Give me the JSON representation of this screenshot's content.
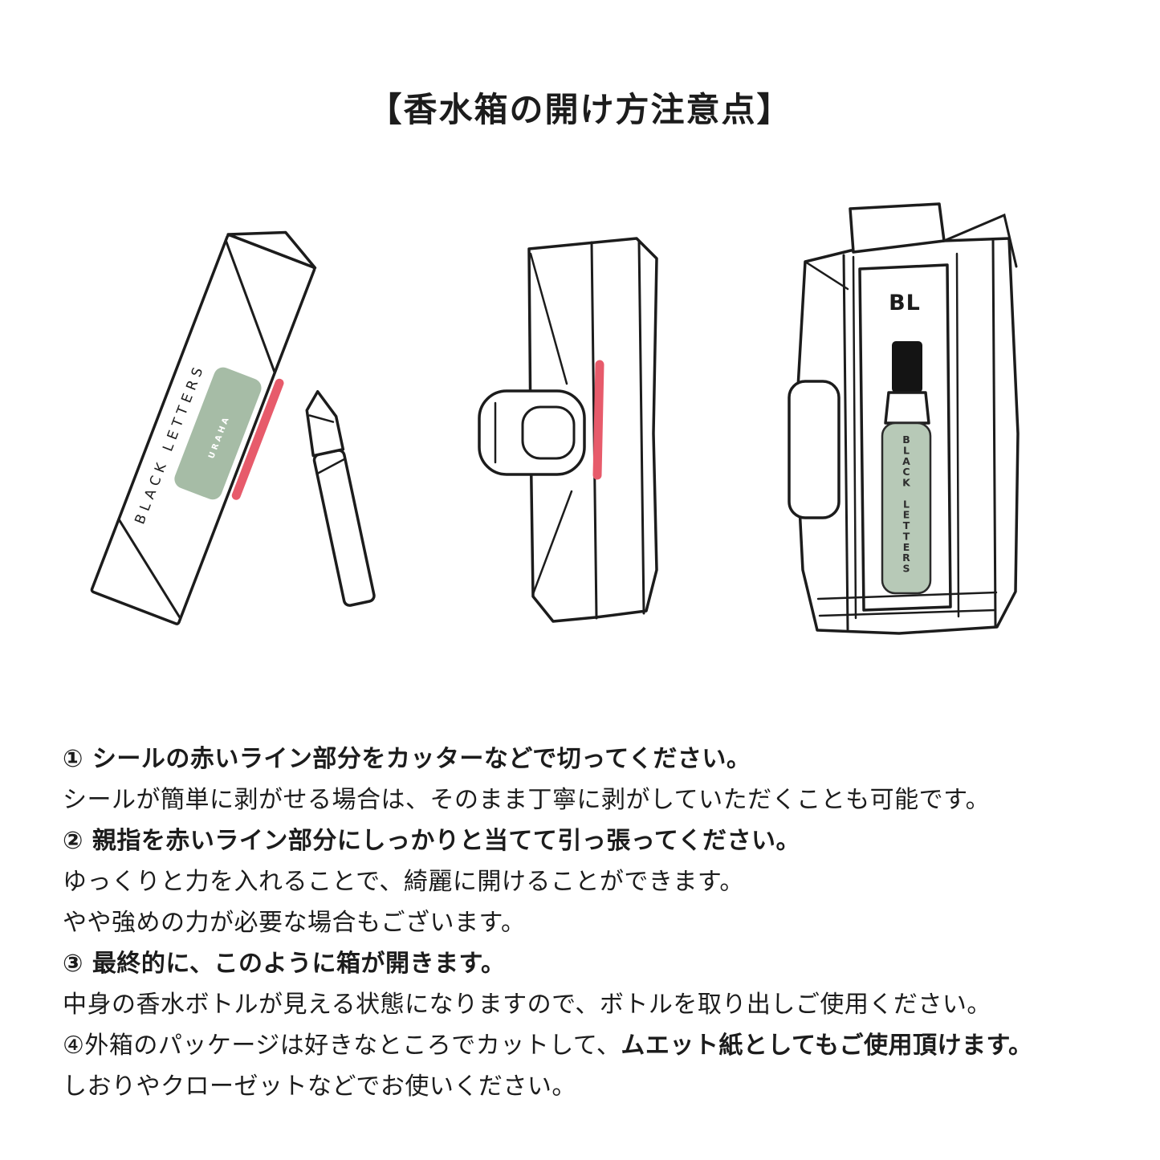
{
  "page": {
    "title": "【香水箱の開け方注意点】",
    "background": "#ffffff"
  },
  "colors": {
    "ink": "#1c1c1c",
    "cut_line": "#e75b6b",
    "label_green": "#a6bca6",
    "label_green_light": "#b7c9b7"
  },
  "figures": {
    "step1_wrapped_box": {
      "brand_text": "BLACK LETTERS",
      "label_text": "URAHA"
    },
    "step3_opened_box": {
      "logo_text": "BL",
      "label_text": "BLACK LETTERS"
    }
  },
  "instructions": [
    {
      "pre": "",
      "strong": "① シールの赤いライン部分をカッターなどで切ってください。"
    },
    {
      "pre": "シールが簡単に剥がせる場合は、そのまま丁寧に剥がしていただくことも可能です。",
      "strong": ""
    },
    {
      "pre": "",
      "strong": "② 親指を赤いライン部分にしっかりと当てて引っ張ってください。"
    },
    {
      "pre": "ゆっくりと力を入れることで、綺麗に開けることができます。",
      "strong": ""
    },
    {
      "pre": "やや強めの力が必要な場合もございます。",
      "strong": ""
    },
    {
      "pre": "",
      "strong": "③ 最終的に、このように箱が開きます。"
    },
    {
      "pre": "中身の香水ボトルが見える状態になりますので、ボトルを取り出しご使用ください。",
      "strong": ""
    },
    {
      "pre": "④外箱のパッケージは好きなところでカットして、",
      "strong": "ムエット紙としてもご使用頂けます。"
    },
    {
      "pre": "しおりやクローゼットなどでお使いください。",
      "strong": ""
    }
  ]
}
